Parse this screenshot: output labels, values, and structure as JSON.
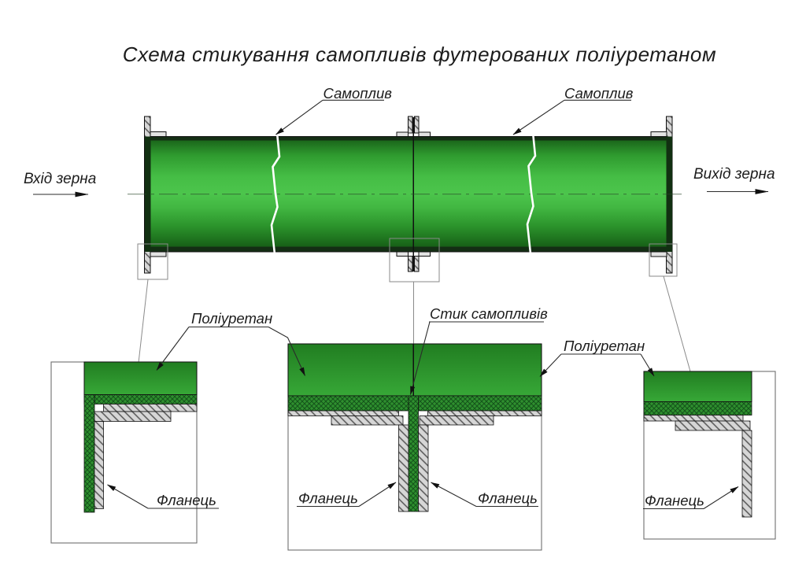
{
  "title": "Схема стикування самопливів футерованих поліуретаном",
  "labels": {
    "samopliv_left": "Самоплив",
    "samopliv_right": "Самоплив",
    "grain_in": "Вхід зерна",
    "grain_out": "Вихід зерна",
    "polyurethane_left": "Поліуретан",
    "polyurethane_right": "Поліуретан",
    "joint": "Стик самопливів",
    "flange_left": "Фланець",
    "flange_mid_left": "Фланець",
    "flange_mid_right": "Фланець",
    "flange_right": "Фланець"
  },
  "colors": {
    "pipe_green_light": "#4cc54c",
    "pipe_green_dark": "#176017",
    "lining_green": "#2e8f2e",
    "lining_hatch": "#14541a",
    "steel_gray": "#d6d6d6",
    "steel_hatch": "#555555",
    "line_black": "#111111"
  }
}
